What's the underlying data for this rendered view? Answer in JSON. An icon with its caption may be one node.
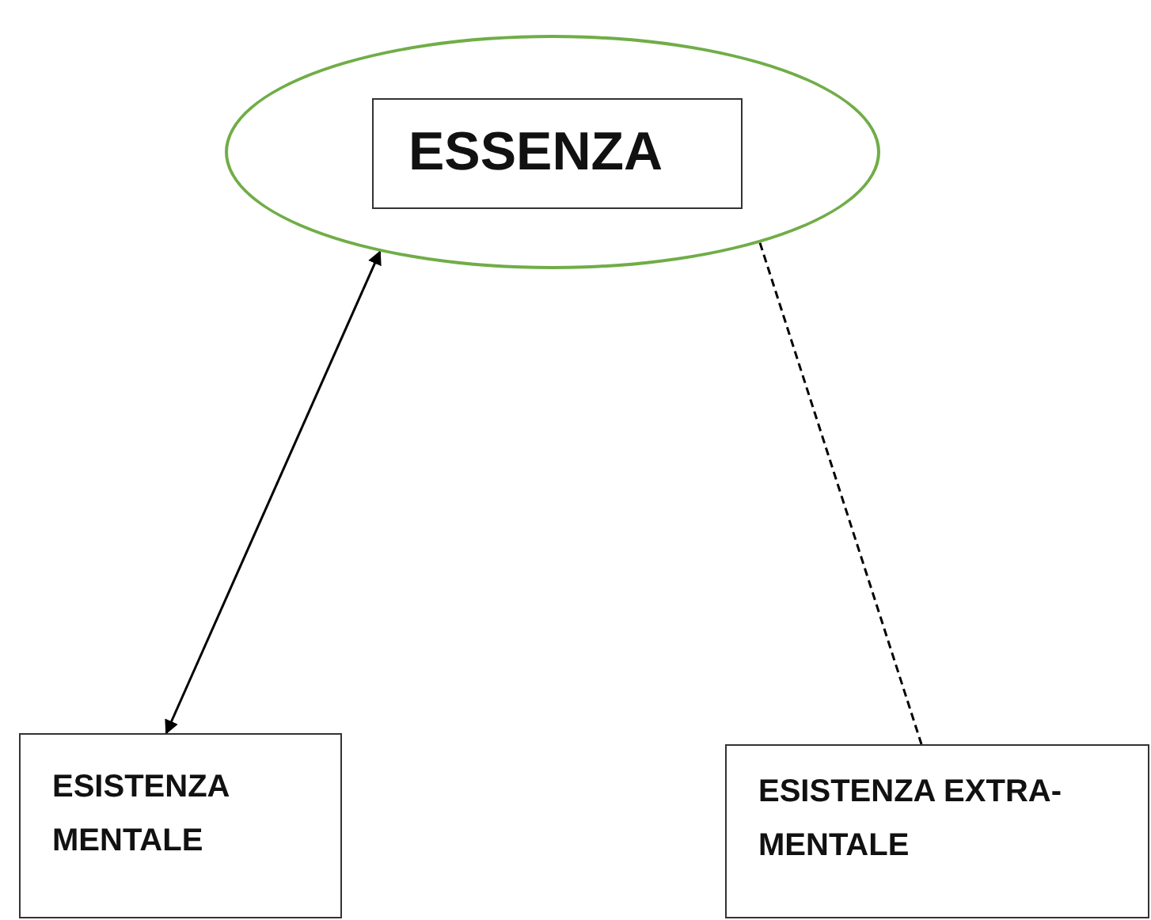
{
  "diagram": {
    "nodes": [
      {
        "text": [],
        "shape": "ellipse"
      },
      {
        "text": [
          "ESSENZA"
        ],
        "in": 0
      },
      {
        "text": [
          "ESISTENZA MENTALE"
        ]
      },
      {
        "text": [
          "ESISTENZA EXTRA-MENTALE"
        ]
      }
    ],
    "edges": [
      {
        "from": 0,
        "to": 2,
        "arrow": "both"
      },
      {
        "from": 0,
        "to": 3,
        "arrow": "none",
        "style": "dashed"
      }
    ]
  }
}
